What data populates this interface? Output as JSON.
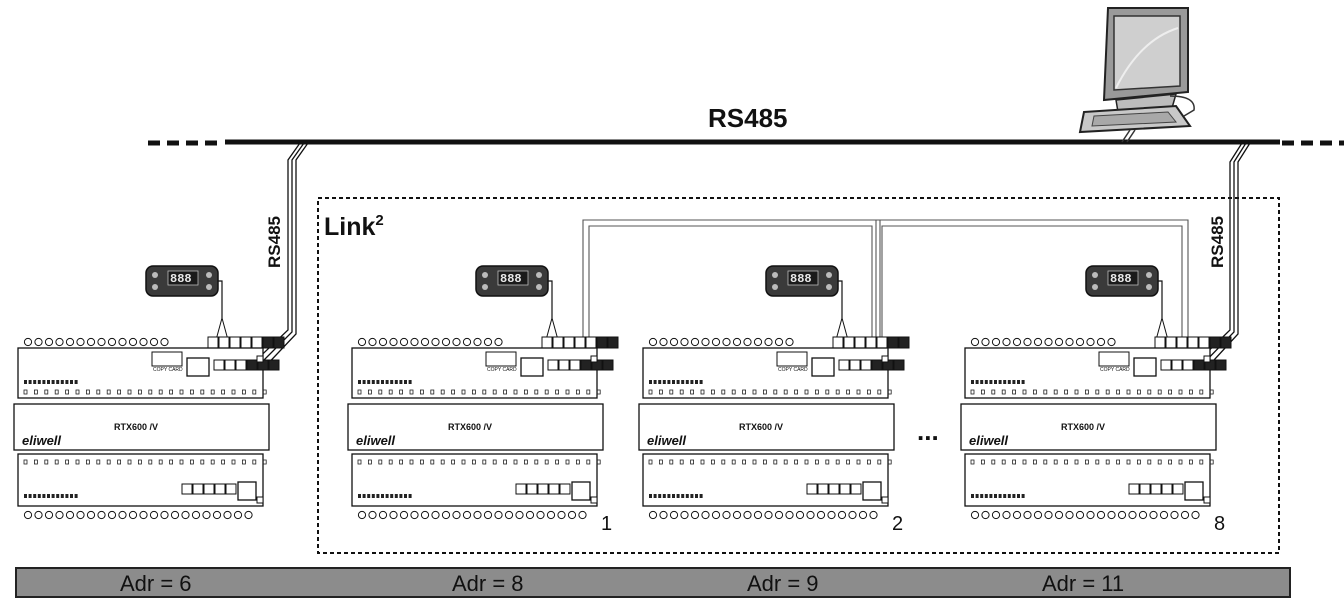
{
  "bus_label": "RS485",
  "link_label": "Link",
  "link_superscript": "2",
  "drop_label_left": "RS485",
  "drop_label_right": "RS485",
  "ellipsis": "...",
  "devices": [
    {
      "model": "RTX600 /V",
      "logo": "eliwell",
      "card": "COPY CARD",
      "index": ""
    },
    {
      "model": "RTX600 /V",
      "logo": "eliwell",
      "card": "COPY CARD",
      "index": "1"
    },
    {
      "model": "RTX600 /V",
      "logo": "eliwell",
      "card": "COPY CARD",
      "index": "2"
    },
    {
      "model": "RTX600 /V",
      "logo": "eliwell",
      "card": "COPY CARD",
      "index": "8"
    }
  ],
  "displays": [
    {
      "digits": "888"
    },
    {
      "digits": "888"
    },
    {
      "digits": "888"
    },
    {
      "digits": "888"
    }
  ],
  "addresses": [
    "Adr = 6",
    "Adr = 8",
    "Adr = 9",
    "Adr = 11"
  ]
}
